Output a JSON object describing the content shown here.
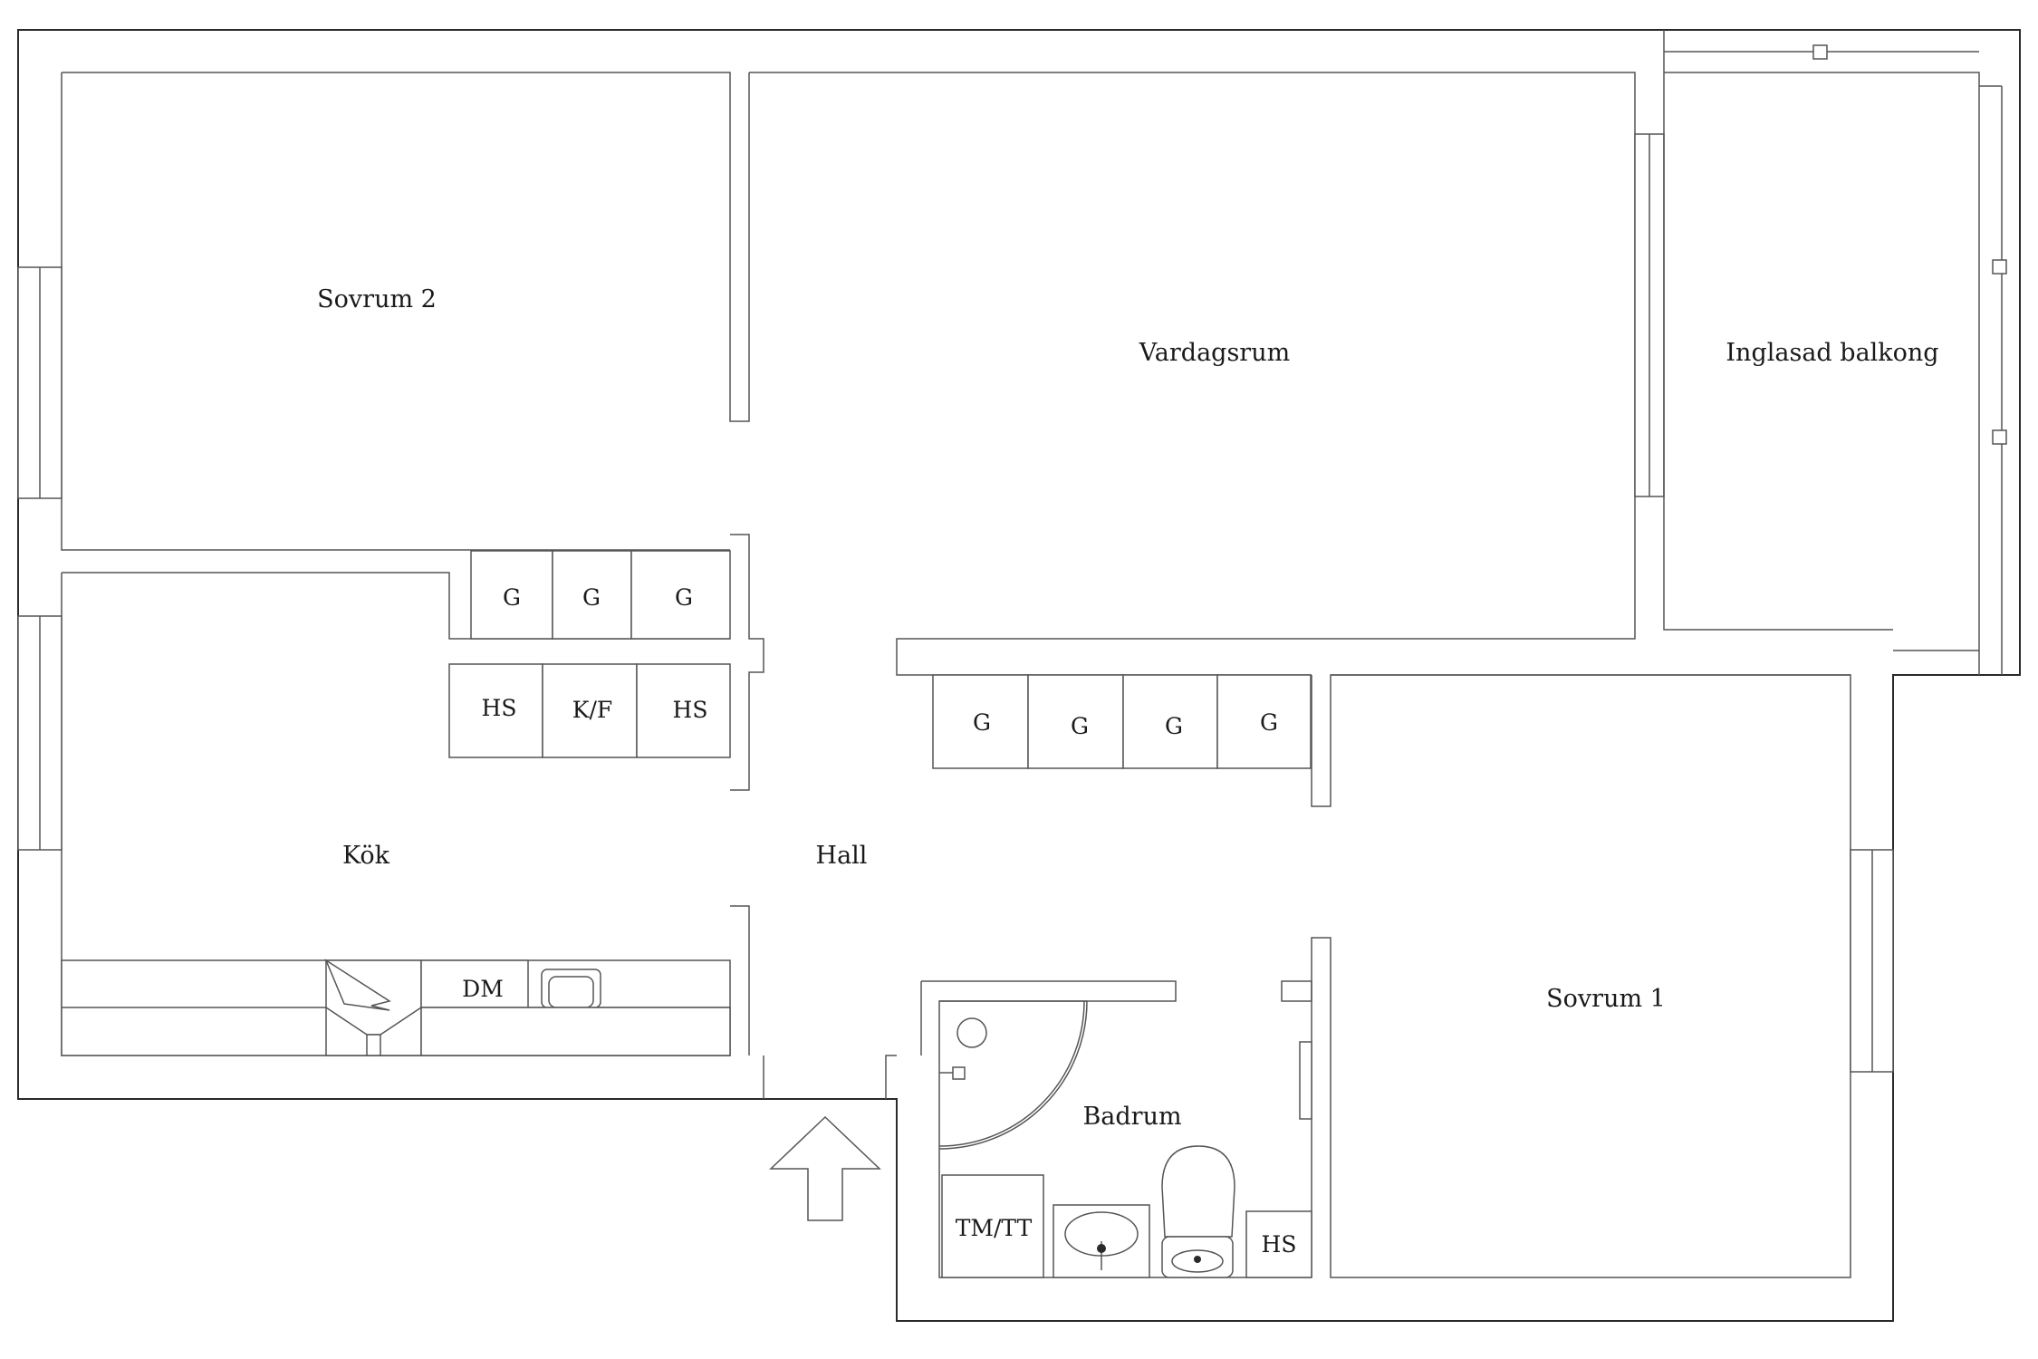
{
  "rooms": {
    "sovrum2": "Sovrum 2",
    "vardagsrum": "Vardagsrum",
    "balkong": "Inglasad balkong",
    "kok": "Kök",
    "hall": "Hall",
    "sovrum1": "Sovrum 1",
    "badrum": "Badrum"
  },
  "fixtures": {
    "wardrobe": "G",
    "cabinet_hs": "HS",
    "fridge_freezer": "K/F",
    "dishwasher": "DM",
    "washer_dryer": "TM/TT"
  },
  "colors": {
    "line": "#2a2a2a",
    "background": "#ffffff"
  },
  "icons": [
    "entrance-arrow-icon",
    "sink-icon",
    "toilet-icon",
    "shower-icon",
    "stove-icon"
  ]
}
